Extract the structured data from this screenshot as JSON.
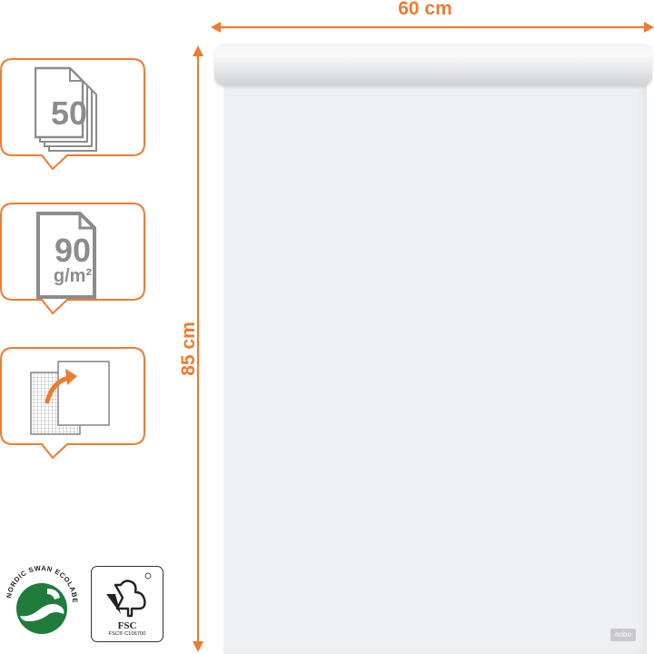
{
  "dimensions": {
    "width": "60 cm",
    "height": "85 cm"
  },
  "features": [
    {
      "value": "50",
      "icon": "sheet-stack-icon"
    },
    {
      "value": "90",
      "unit": "g/m²",
      "icon": "paper-weight-icon"
    },
    {
      "icon": "grid-reverse-side-icon"
    }
  ],
  "eco_labels": {
    "nordic_swan": "NORDIC SWAN ECOLABEL",
    "fsc": "FSC",
    "fsc_code": "FSC® C106700"
  },
  "brand": "nobo",
  "colors": {
    "accent": "#ee7b30",
    "icon_gray": "#8c8c8c",
    "paper": "#eff0f1",
    "swan_green": "#1f7c3c"
  }
}
